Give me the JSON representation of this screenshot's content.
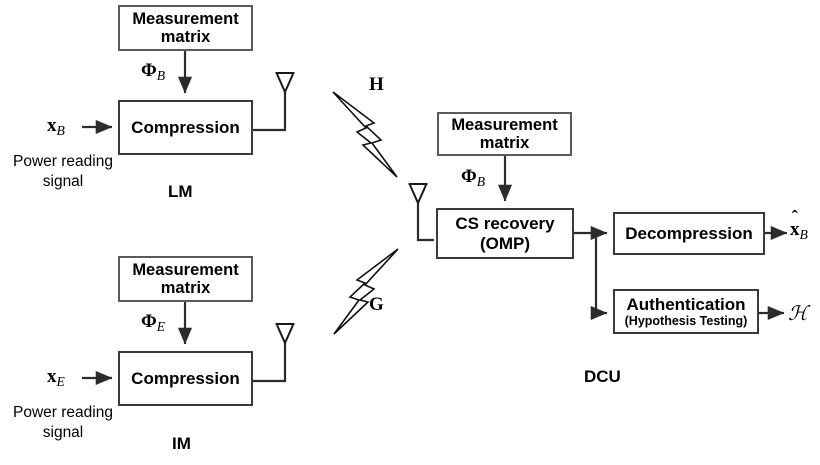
{
  "diagram": {
    "title_nodes": {
      "lm": "LM",
      "im": "IM",
      "dcu": "DCU"
    },
    "lm_branch": {
      "measurement_matrix": {
        "line1": "Measurement",
        "line2": "matrix"
      },
      "compression": "Compression",
      "matrix_symbol": "Φ",
      "matrix_subscript": "B",
      "input_symbol": "x",
      "input_subscript": "B",
      "caption_line1": "Power reading",
      "caption_line2": "signal",
      "antenna": "antenna-icon"
    },
    "im_branch": {
      "measurement_matrix": {
        "line1": "Measurement",
        "line2": "matrix"
      },
      "compression": "Compression",
      "matrix_symbol": "Φ",
      "matrix_subscript": "E",
      "input_symbol": "x",
      "input_subscript": "E",
      "caption_line1": "Power reading",
      "caption_line2": "signal",
      "antenna": "antenna-icon"
    },
    "channels": [
      {
        "name": "legitimate-channel",
        "label": "H",
        "bolt": "lightning-bolt-icon",
        "direction": "down-right"
      },
      {
        "name": "illegitimate-channel",
        "label": "G",
        "bolt": "lightning-bolt-icon",
        "direction": "up-right"
      }
    ],
    "dcu": {
      "antenna": "antenna-icon",
      "measurement_matrix": {
        "line1": "Measurement",
        "line2": "matrix"
      },
      "matrix_symbol": "Φ",
      "matrix_subscript": "B",
      "cs_recovery": {
        "line1": "CS recovery",
        "line2": "(OMP)"
      },
      "decompression": "Decompression",
      "authentication": {
        "line1": "Authentication",
        "line2": "(Hypothesis Testing)"
      },
      "output_decompression_symbol": "x",
      "output_decompression_hat": "ˆ",
      "output_decompression_subscript": "B",
      "output_authentication_symbol": "ℋ"
    },
    "colors": {
      "stroke": "#3a3a3a",
      "stroke_light": "#5a5a5a",
      "text": "#000000",
      "background": "#ffffff"
    }
  }
}
